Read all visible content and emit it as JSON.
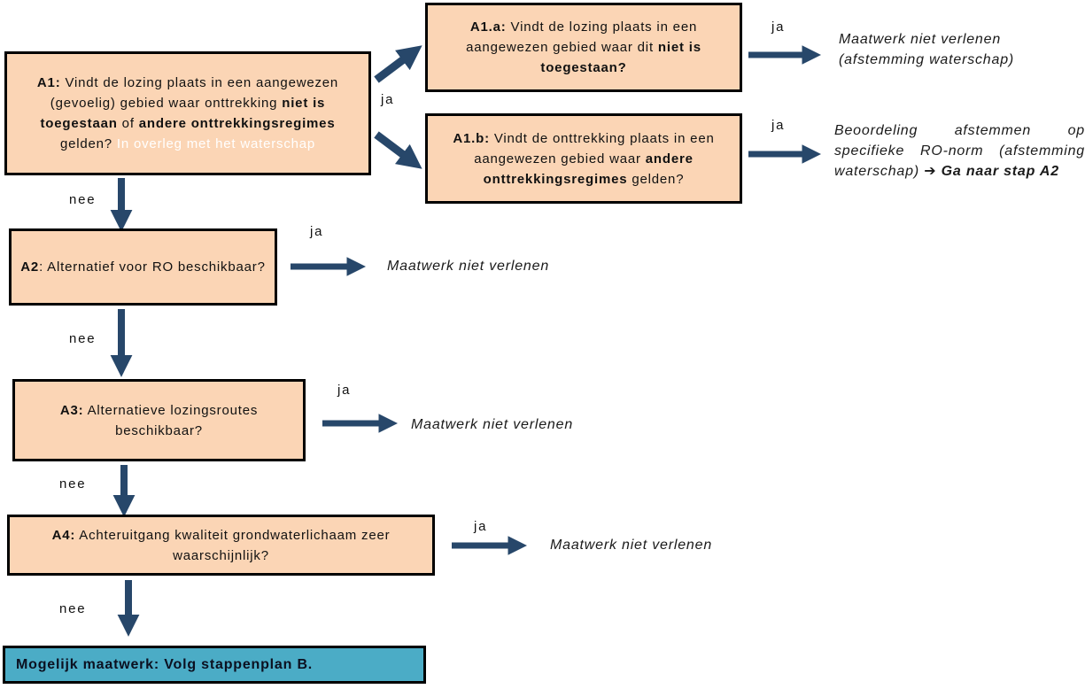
{
  "colors": {
    "box_fill": "#FBD5B5",
    "box_border": "#000000",
    "final_fill": "#4BACC6",
    "arrow": "#27476A",
    "white_text": "#FFFFFF"
  },
  "labels": {
    "ja": "ja",
    "nee": "nee"
  },
  "boxes": {
    "a1": {
      "segments": [
        {
          "t": "A1:",
          "s": "b"
        },
        {
          "t": " Vindt de lozing plaats in een aangewezen (gevoelig) gebied waar onttrekking ",
          "s": ""
        },
        {
          "t": "niet is toegestaan",
          "s": "b"
        },
        {
          "t": " of ",
          "s": ""
        },
        {
          "t": "andere onttrekkingsregimes",
          "s": "b"
        },
        {
          "t": " gelden? ",
          "s": ""
        },
        {
          "t": "In overleg met het waterschap",
          "s": "w"
        }
      ]
    },
    "a1a": {
      "segments": [
        {
          "t": "A1.a:",
          "s": "b"
        },
        {
          "t": " Vindt de lozing plaats in een aangewezen gebied waar dit ",
          "s": ""
        },
        {
          "t": "niet is toegestaan?",
          "s": "b"
        }
      ]
    },
    "a1b": {
      "segments": [
        {
          "t": "A1.b:",
          "s": "b"
        },
        {
          "t": " Vindt de onttrekking plaats in een aangewezen gebied waar ",
          "s": ""
        },
        {
          "t": "andere onttrekkingsregimes",
          "s": "b"
        },
        {
          "t": " gelden?",
          "s": ""
        }
      ]
    },
    "a2": {
      "segments": [
        {
          "t": "A2",
          "s": "b"
        },
        {
          "t": ": Alternatief voor RO beschikbaar?",
          "s": ""
        }
      ]
    },
    "a3": {
      "segments": [
        {
          "t": "A3:",
          "s": "b"
        },
        {
          "t": " Alternatieve lozingsroutes beschikbaar?",
          "s": ""
        }
      ]
    },
    "a4": {
      "segments": [
        {
          "t": "A4:",
          "s": "b"
        },
        {
          "t": " Achteruitgang kwaliteit grondwaterlichaam zeer waarschijnlijk?",
          "s": ""
        }
      ]
    },
    "final": {
      "text": "Mogelijk maatwerk: Volg stappenplan B."
    }
  },
  "outcomes": {
    "a1a_ja": {
      "segments": [
        {
          "t": "Maatwerk niet verlenen (afstemming waterschap)",
          "s": ""
        }
      ]
    },
    "a1b_ja": {
      "segments": [
        {
          "t": "Beoordeling afstemmen op specifieke RO-norm (afstemming waterschap) ",
          "s": ""
        },
        {
          "t": "➔ Ga naar stap A2",
          "s": "b"
        }
      ]
    },
    "a2_ja": "Maatwerk niet verlenen",
    "a3_ja": "Maatwerk niet verlenen",
    "a4_ja": "Maatwerk niet verlenen"
  }
}
